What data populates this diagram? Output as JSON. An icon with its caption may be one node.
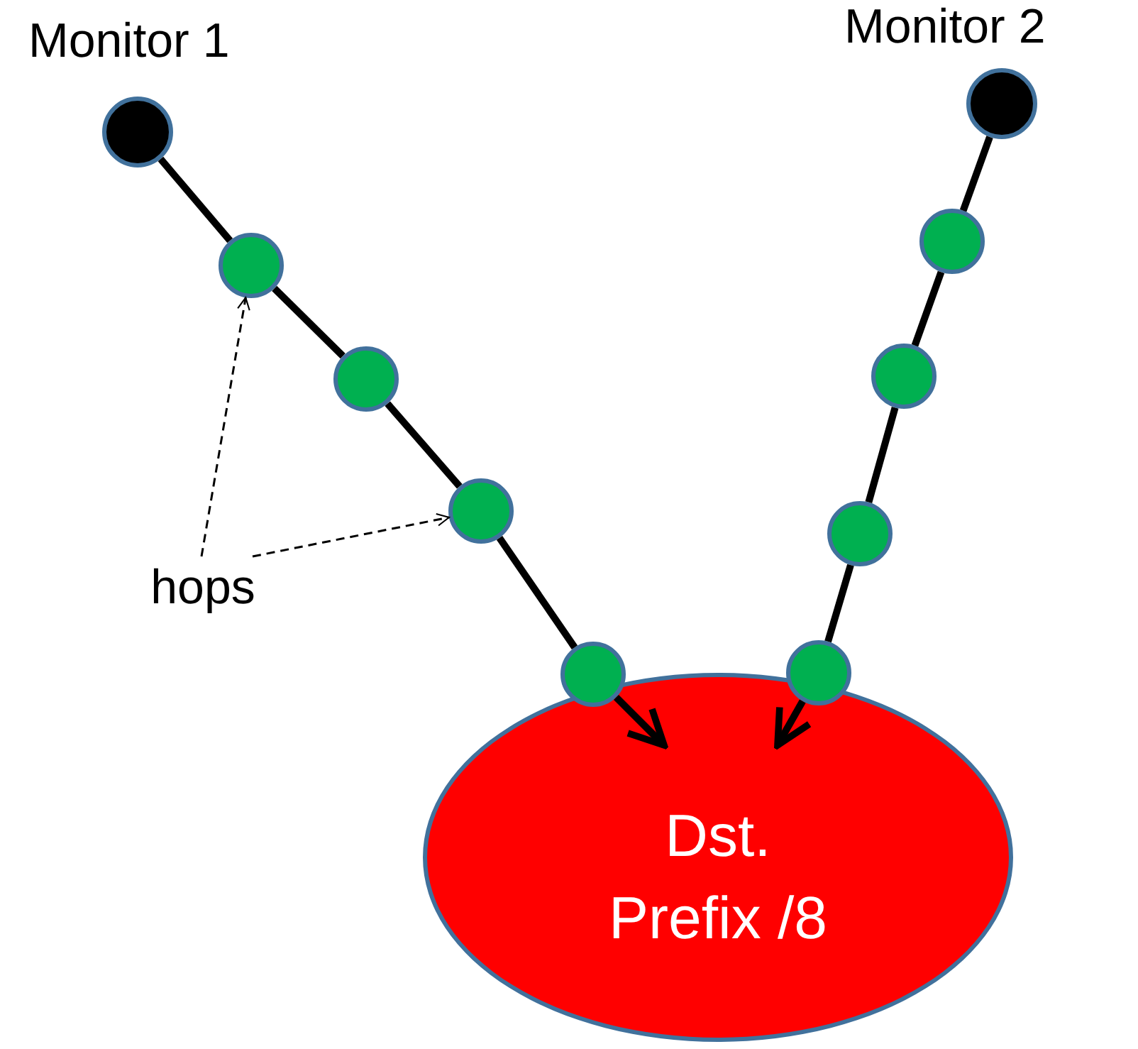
{
  "diagram": {
    "nodes": [
      {
        "text": [
          "Monitor 1"
        ]
      },
      {
        "text": [
          "Monitor 2"
        ]
      },
      {
        "text": [],
        "shape": "circle"
      },
      {
        "text": [],
        "shape": "circle"
      },
      {
        "text": [],
        "shape": "circle"
      },
      {
        "text": [],
        "shape": "circle"
      },
      {
        "text": [],
        "shape": "circle"
      },
      {
        "text": [],
        "shape": "circle"
      },
      {
        "text": [],
        "shape": "circle"
      },
      {
        "text": [],
        "shape": "circle"
      },
      {
        "text": [
          "hops"
        ]
      },
      {
        "text": [
          "Dst. Prefix /8"
        ]
      }
    ],
    "edges": [
      {
        "from": 0,
        "to": 2,
        "arrow": "none"
      },
      {
        "from": 2,
        "to": 3,
        "arrow": "none"
      },
      {
        "from": 3,
        "to": 4,
        "arrow": "none"
      },
      {
        "from": 4,
        "to": 5,
        "arrow": "none"
      },
      {
        "from": 5,
        "to": 11,
        "arrow": "to"
      },
      {
        "from": 1,
        "to": 9,
        "arrow": "none"
      },
      {
        "from": 9,
        "to": 8,
        "arrow": "none"
      },
      {
        "from": 8,
        "to": 7,
        "arrow": "none"
      },
      {
        "from": 7,
        "to": 6,
        "arrow": "none"
      },
      {
        "from": 6,
        "to": 11,
        "arrow": "to"
      },
      {
        "from": 10,
        "to": 2,
        "arrow": "to",
        "style": "dashed"
      },
      {
        "from": 10,
        "to": 4,
        "arrow": "to",
        "style": "dashed"
      }
    ]
  }
}
